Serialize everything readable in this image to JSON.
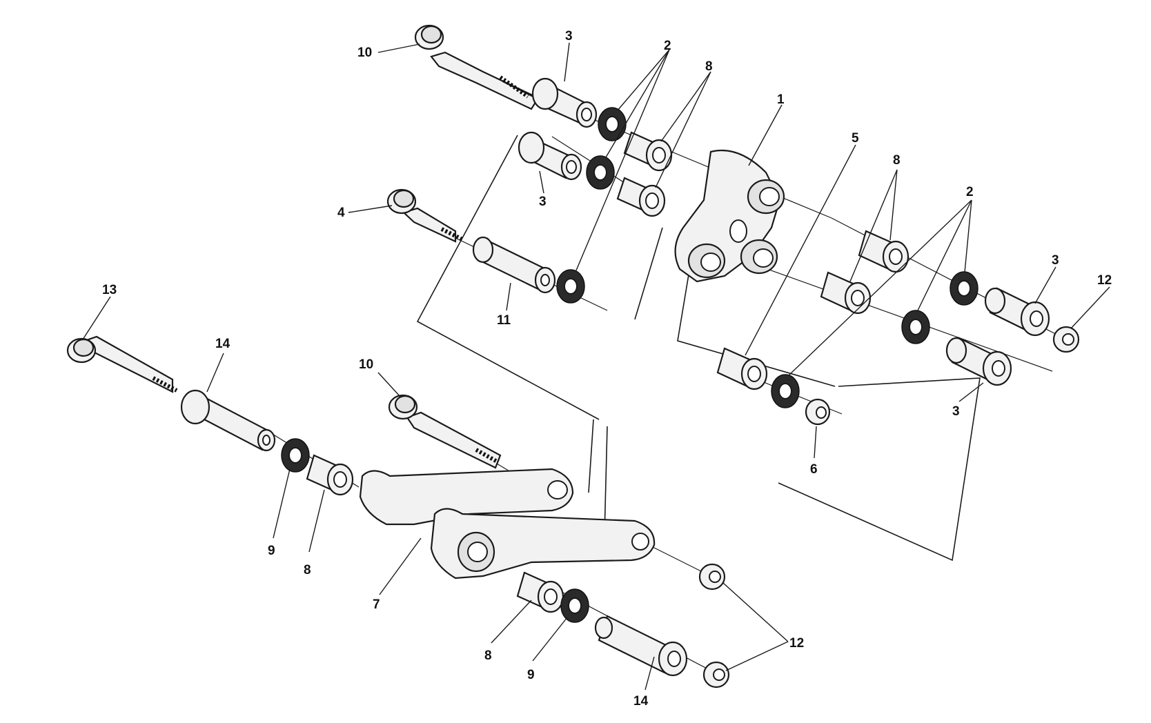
{
  "diagram": {
    "type": "exploded-parts-view",
    "callouts": [
      {
        "id": "c10a",
        "text": "10"
      },
      {
        "id": "c3a",
        "text": "3"
      },
      {
        "id": "c2a",
        "text": "2"
      },
      {
        "id": "c8a",
        "text": "8"
      },
      {
        "id": "c1",
        "text": "1"
      },
      {
        "id": "c3b",
        "text": "3"
      },
      {
        "id": "c4",
        "text": "4"
      },
      {
        "id": "c11",
        "text": "11"
      },
      {
        "id": "c5",
        "text": "5"
      },
      {
        "id": "c8b",
        "text": "8"
      },
      {
        "id": "c2b",
        "text": "2"
      },
      {
        "id": "c3c",
        "text": "3"
      },
      {
        "id": "c12a",
        "text": "12"
      },
      {
        "id": "c6",
        "text": "6"
      },
      {
        "id": "c3d",
        "text": "3"
      },
      {
        "id": "c13",
        "text": "13"
      },
      {
        "id": "c14a",
        "text": "14"
      },
      {
        "id": "c10b",
        "text": "10"
      },
      {
        "id": "c9a",
        "text": "9"
      },
      {
        "id": "c8c",
        "text": "8"
      },
      {
        "id": "c7",
        "text": "7"
      },
      {
        "id": "c8d",
        "text": "8"
      },
      {
        "id": "c9b",
        "text": "9"
      },
      {
        "id": "c14b",
        "text": "14"
      },
      {
        "id": "c12b",
        "text": "12"
      }
    ]
  }
}
